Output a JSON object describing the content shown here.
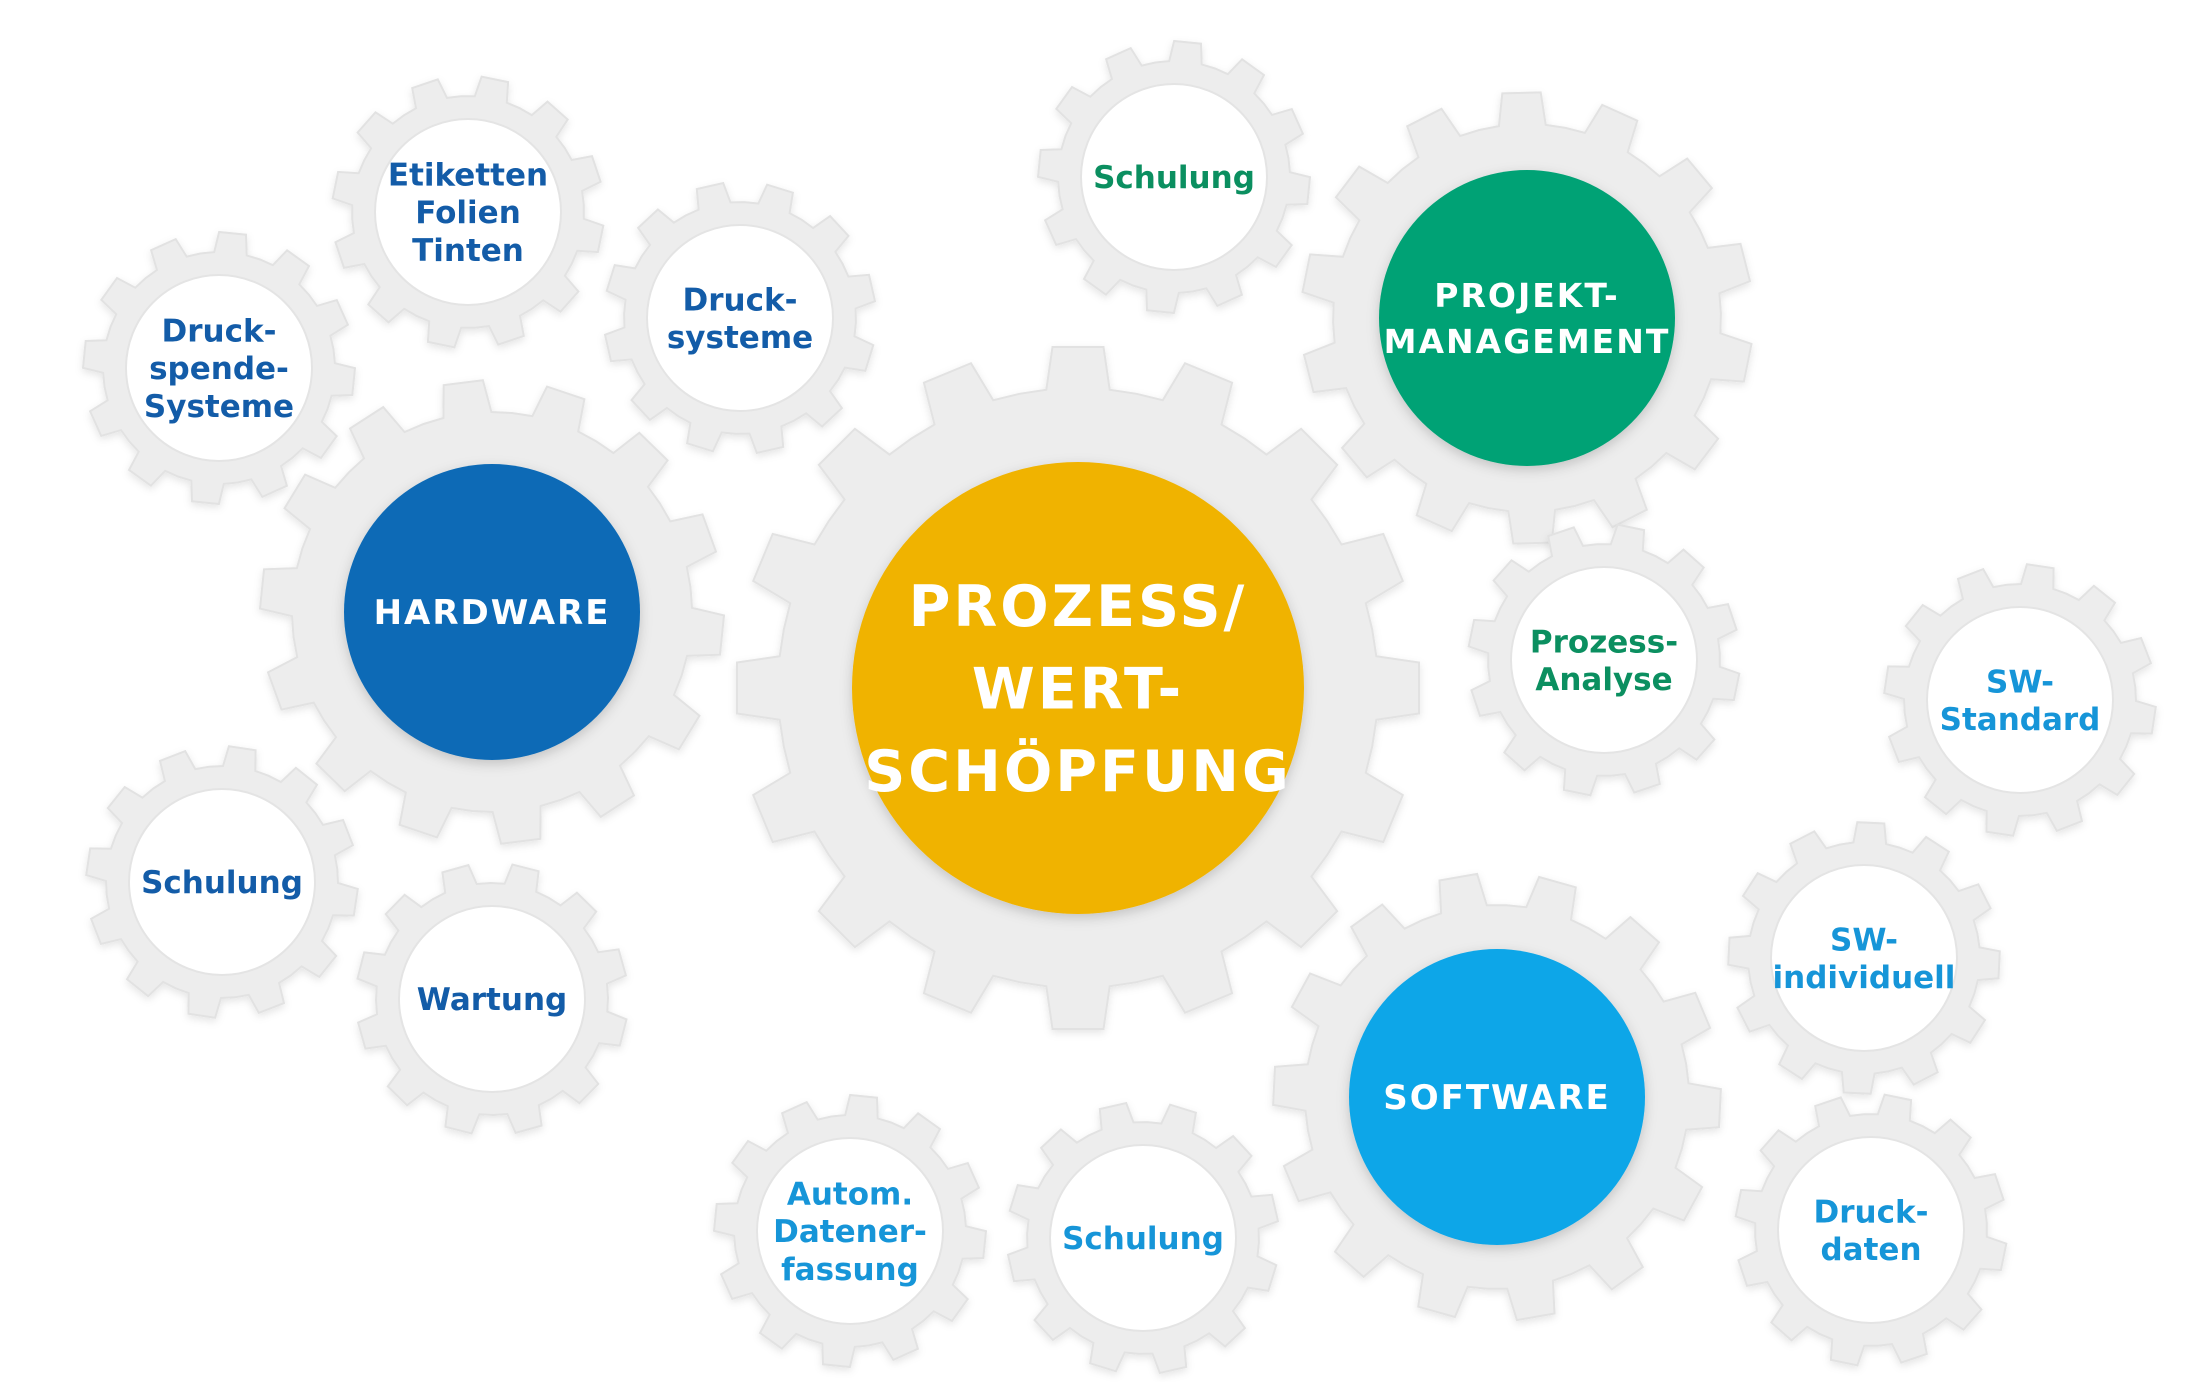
{
  "colors": {
    "gear": "#ededed",
    "gear_edge": "#e2e2e2",
    "hardware_blue": "#0a6bb6",
    "hardware_text": "#135ca8",
    "management_green": "#00a274",
    "management_text": "#0b8f60",
    "software_blue": "#0aa6e8",
    "software_text": "#1695d8",
    "process_yellow": "#f0b300",
    "white": "#ffffff"
  },
  "center": {
    "lines": [
      "PROZESS/",
      "WERT-",
      "SCHÖPFUNG"
    ]
  },
  "hardware": {
    "hub": {
      "lines": [
        "HARDWARE"
      ]
    },
    "satellites": [
      {
        "name": "etiketten-folien-tinten",
        "lines": [
          "Etiketten",
          "Folien",
          "Tinten"
        ]
      },
      {
        "name": "druckspende-systeme",
        "lines": [
          "Druck-",
          "spende-",
          "Systeme"
        ]
      },
      {
        "name": "drucksysteme",
        "lines": [
          "Druck-",
          "systeme"
        ]
      },
      {
        "name": "schulung",
        "lines": [
          "Schulung"
        ]
      },
      {
        "name": "wartung",
        "lines": [
          "Wartung"
        ]
      }
    ]
  },
  "projektmanagement": {
    "hub": {
      "lines": [
        "PROJEKT-",
        "MANAGEMENT"
      ]
    },
    "satellites": [
      {
        "name": "schulung",
        "lines": [
          "Schulung"
        ]
      },
      {
        "name": "prozess-analyse",
        "lines": [
          "Prozess-",
          "Analyse"
        ]
      }
    ]
  },
  "software": {
    "hub": {
      "lines": [
        "SOFTWARE"
      ]
    },
    "satellites": [
      {
        "name": "sw-standard",
        "lines": [
          "SW-",
          "Standard"
        ]
      },
      {
        "name": "sw-individuell",
        "lines": [
          "SW-",
          "individuell"
        ]
      },
      {
        "name": "druckdaten",
        "lines": [
          "Druck-",
          "daten"
        ]
      },
      {
        "name": "schulung",
        "lines": [
          "Schulung"
        ]
      },
      {
        "name": "autom-datenerfassung",
        "lines": [
          "Autom.",
          "Datener-",
          "fassung"
        ]
      }
    ]
  }
}
